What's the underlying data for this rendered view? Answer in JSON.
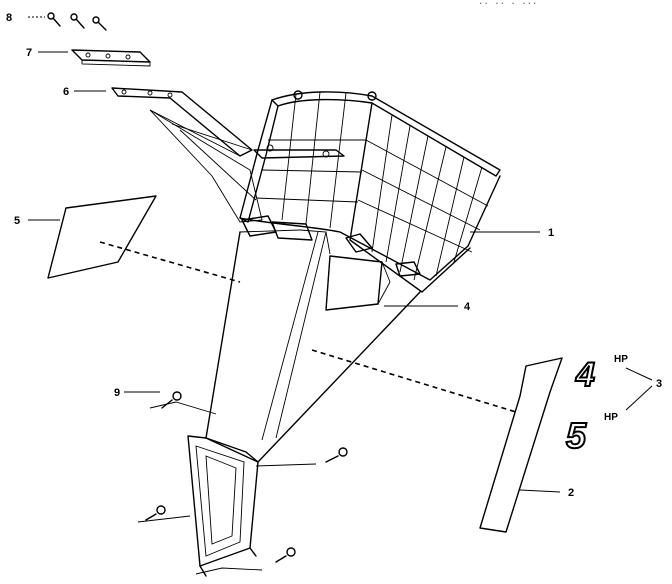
{
  "diagram": {
    "corner_text": "·· ·· · ···",
    "callouts": {
      "c1": "1",
      "c2": "2",
      "c3": "3",
      "c4": "4",
      "c5": "5",
      "c6": "6",
      "c7": "7",
      "c8": "8",
      "c9": "9"
    },
    "decals": {
      "hp4_number": "4",
      "hp4_unit": "HP",
      "hp5_number": "5",
      "hp5_unit": "HP"
    }
  }
}
